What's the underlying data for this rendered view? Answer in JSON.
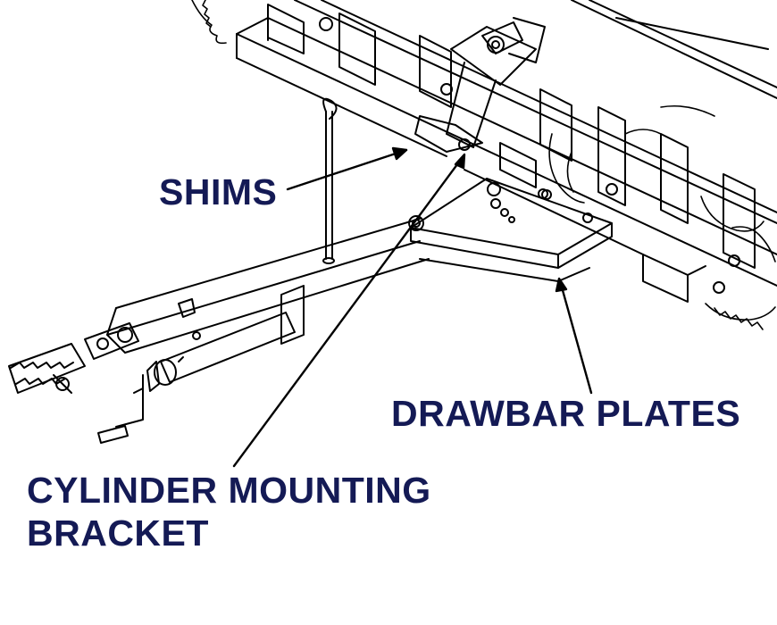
{
  "callouts": {
    "shims": "SHIMS",
    "drawbar_plates": "DRAWBAR PLATES",
    "cylinder_mounting_bracket_line1": "CYLINDER MOUNTING",
    "cylinder_mounting_bracket_line2": "BRACKET"
  },
  "colors": {
    "label": "#141a55",
    "line": "#000000",
    "background": "#ffffff"
  }
}
